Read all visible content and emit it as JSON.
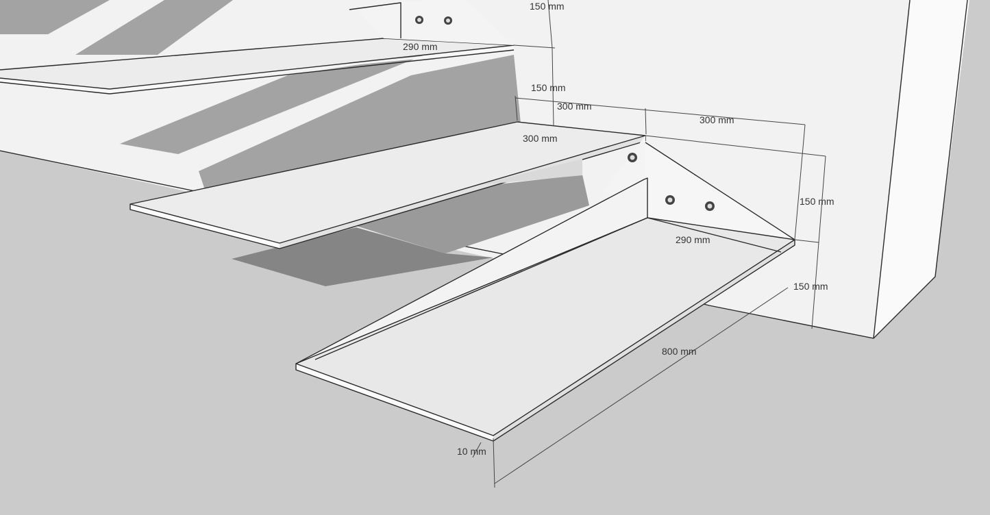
{
  "dimensions": {
    "top_riser": "150 mm",
    "top_tread_depth": "290 mm",
    "riser_upper": "150 mm",
    "tread_width_left": "300 mm",
    "tread_width_right": "300 mm",
    "tread_middle_depth": "300 mm",
    "riser_right_upper": "150 mm",
    "tread_front_depth": "290 mm",
    "riser_right_lower": "150 mm",
    "tread_length": "800 mm",
    "plate_thickness": "10 mm"
  },
  "colors": {
    "background": "#cbcbcb",
    "wall": "#f0f0f0",
    "plate": "#ededed",
    "shadow": "#9c9c9c",
    "shadow_dark": "#7d7d7d"
  }
}
